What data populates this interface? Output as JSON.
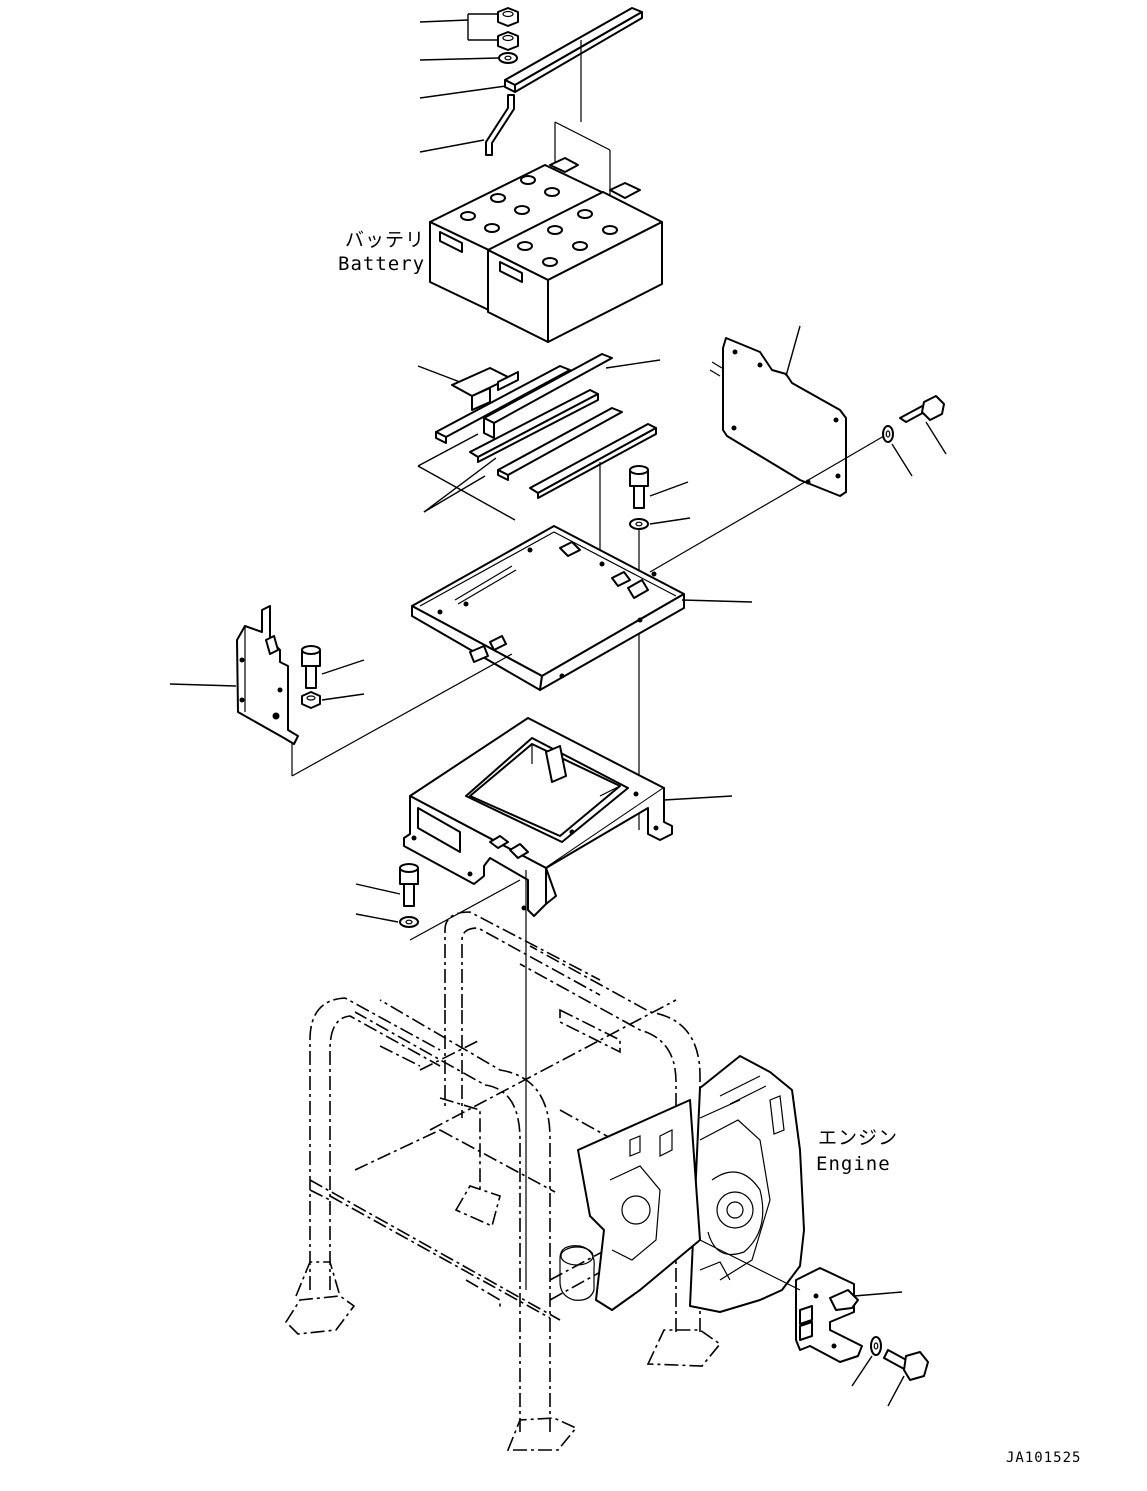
{
  "labels": {
    "battery_jp": "バッテリ",
    "battery_en": "Battery",
    "engine_jp": "エンジン",
    "engine_en": "Engine"
  },
  "drawing_code": "JA101525",
  "colors": {
    "line": "#000000",
    "background": "#ffffff"
  }
}
